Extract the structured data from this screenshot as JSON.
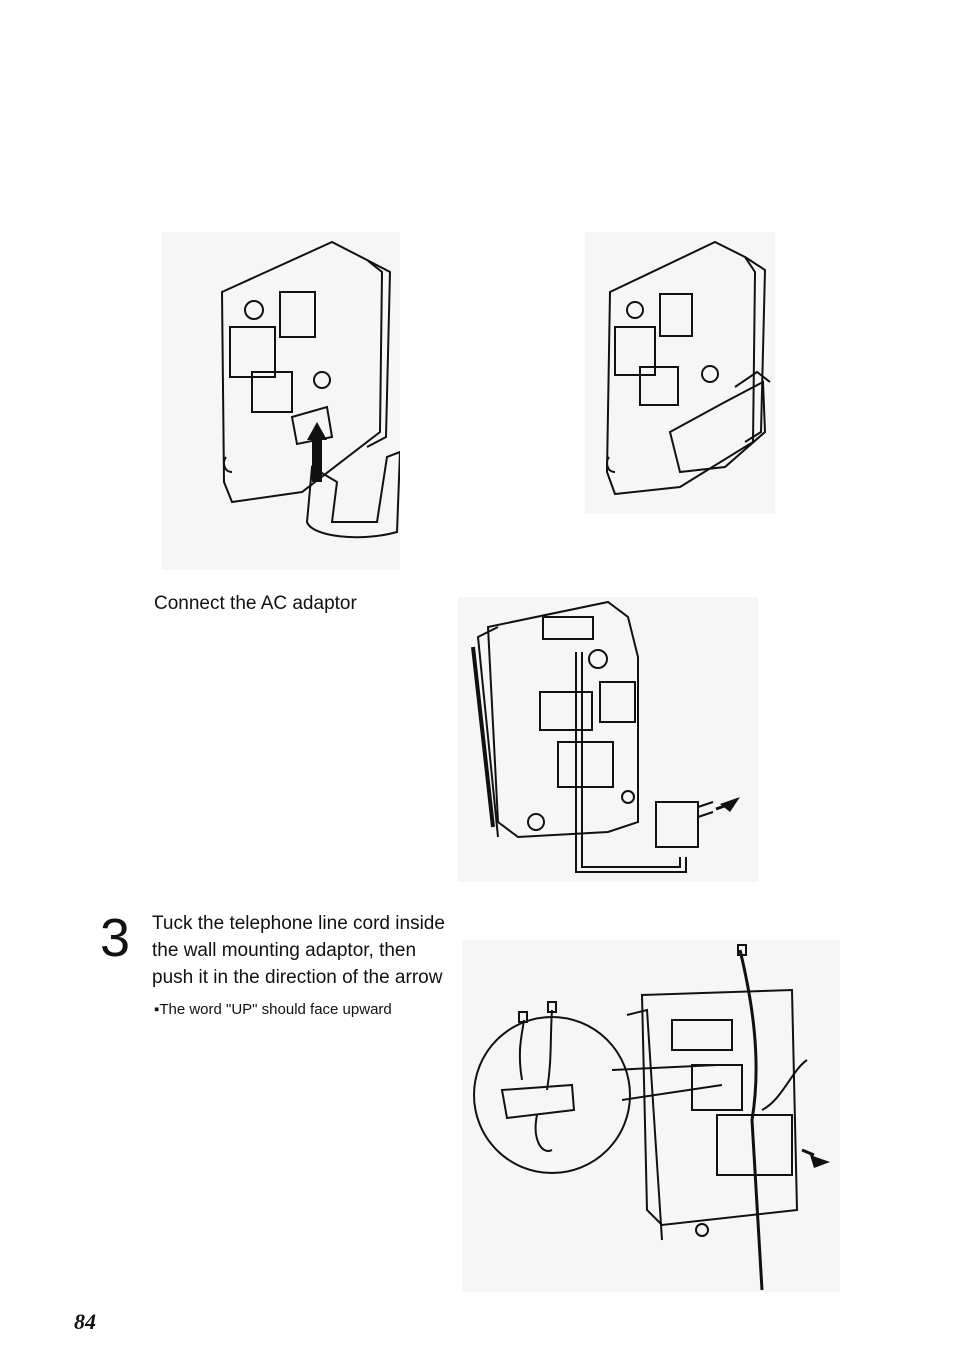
{
  "step_2": {
    "instruction": "Connect the AC adaptor"
  },
  "step_3": {
    "number": "3",
    "lines": [
      "Tuck the telephone line cord inside",
      "the wall mounting adaptor, then",
      "push it in the direction of the arrow"
    ],
    "note": "▪The word \"UP\" should face upward"
  },
  "page": {
    "number": "84"
  }
}
